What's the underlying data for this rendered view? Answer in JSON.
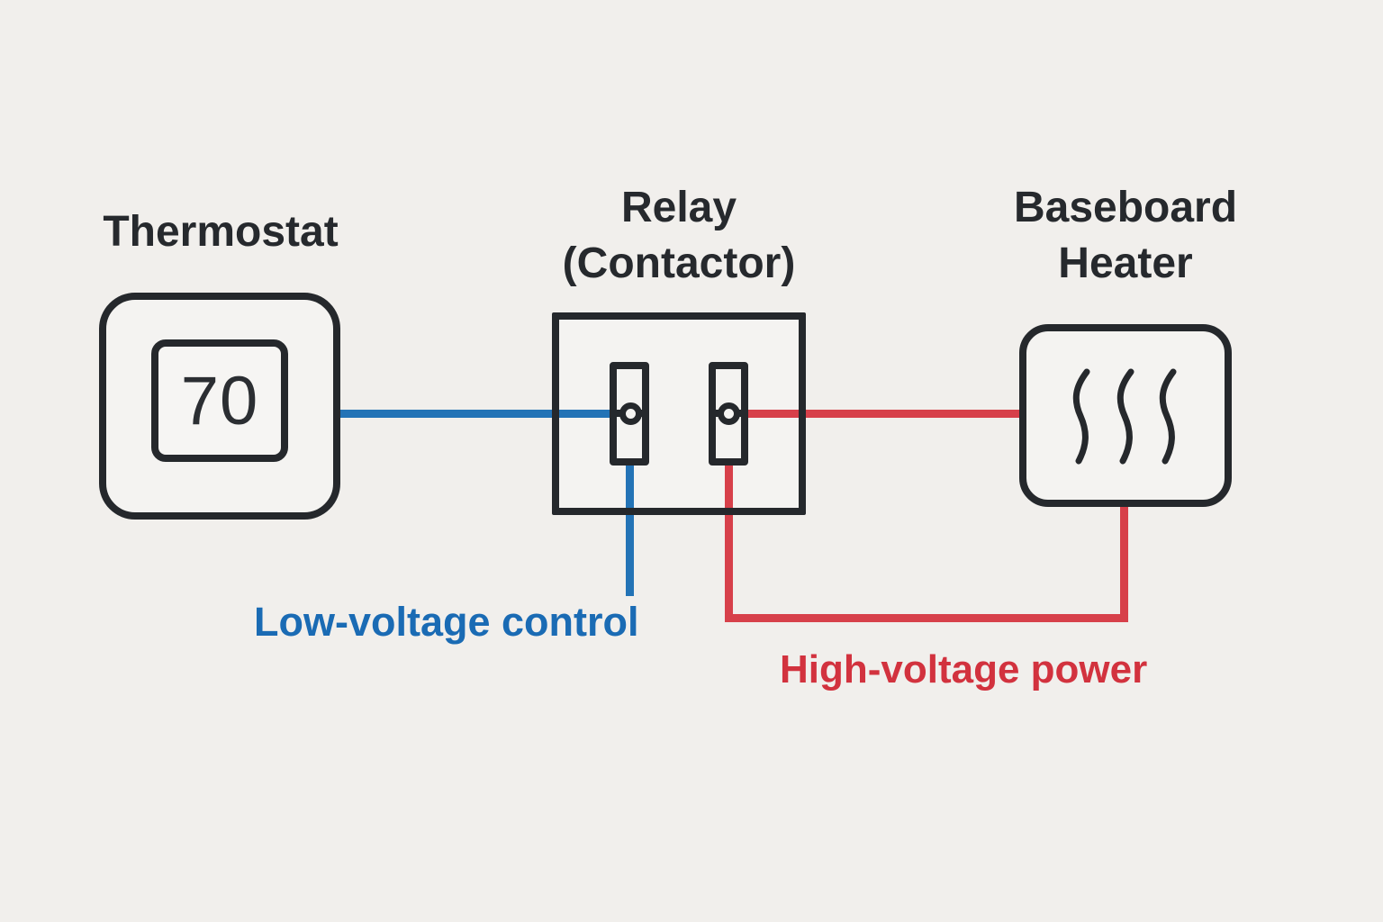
{
  "diagram": {
    "background_color": "#f1efec",
    "stroke_color": "#25282c",
    "thermostat": {
      "title": "Thermostat",
      "display_value": "70"
    },
    "relay": {
      "title_line1": "Relay",
      "title_line2": "(Contactor)",
      "terminals": 2
    },
    "heater": {
      "title_line1": "Baseboard",
      "title_line2": "Heater",
      "icon": "heat-waves-icon"
    },
    "low_voltage_wire": {
      "label": "Low-voltage control",
      "color": "#1a6bb4"
    },
    "high_voltage_wire": {
      "label": "High-voltage power",
      "color": "#d2323e"
    }
  }
}
